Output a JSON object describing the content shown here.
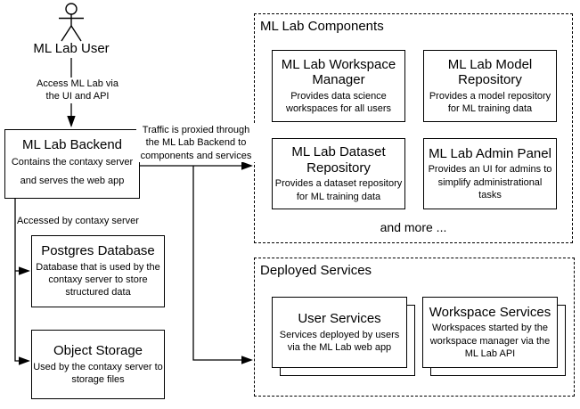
{
  "actor": {
    "label": "ML Lab User"
  },
  "edge_labels": {
    "user_backend": "Access ML Lab via\nthe UI and API",
    "backend_components": "Traffic is proxied through\nthe ML Lab Backend to\ncomponents and services",
    "backend_storage": "Accessed by contaxy server"
  },
  "groups": {
    "components": {
      "title": "ML Lab Components",
      "more_label": "and more ..."
    },
    "deployed": {
      "title": "Deployed Services"
    }
  },
  "nodes": {
    "backend": {
      "title": "ML Lab Backend",
      "desc": "Contains the contaxy server\nand serves the web app"
    },
    "postgres": {
      "title": "Postgres Database",
      "desc": "Database that is used by the\ncontaxy server to store\nstructured data"
    },
    "object_storage": {
      "title": "Object Storage",
      "desc": "Used by the contaxy server to\nstorage files"
    },
    "workspace_manager": {
      "title": "ML Lab Workspace\nManager",
      "desc": "Provides data science\nworkspaces for all users"
    },
    "model_repository": {
      "title": "ML Lab Model\nRepository",
      "desc": "Provides a model repository\nfor ML training data"
    },
    "dataset_repository": {
      "title": "ML Lab Dataset\nRepository",
      "desc": "Provides a dataset repository\nfor ML training data"
    },
    "admin_panel": {
      "title": "ML Lab Admin Panel",
      "desc": "Provides an UI for admins to\nsimplify administrational\ntasks"
    },
    "user_services": {
      "title": "User Services",
      "desc": "Services deployed by users\nvia the ML Lab web app"
    },
    "workspace_services": {
      "title": "Workspace Services",
      "desc": "Workspaces started by the\nworkspace manager via the\nML Lab API"
    }
  },
  "colors": {
    "line": "#000000",
    "background": "#ffffff",
    "box_border": "#000000"
  }
}
